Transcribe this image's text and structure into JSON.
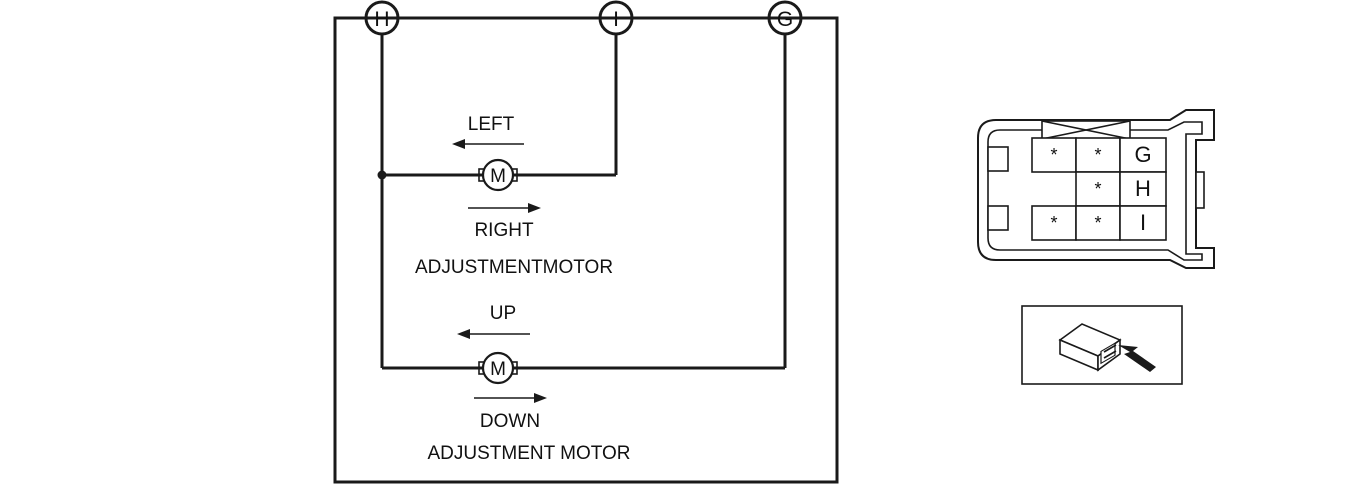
{
  "terminals": {
    "h": "H",
    "i": "I",
    "g": "G"
  },
  "motor_symbol": "M",
  "horizontal_motor": {
    "direction_left": "LEFT",
    "direction_right": "RIGHT",
    "name": "ADJUSTMENTMOTOR"
  },
  "vertical_motor": {
    "direction_up": "UP",
    "direction_down": "DOWN",
    "name": "ADJUSTMENT MOTOR"
  },
  "connector": {
    "rows": [
      [
        "*",
        "*",
        "G"
      ],
      [
        "",
        "*",
        "H"
      ],
      [
        "*",
        "*",
        "I"
      ]
    ]
  },
  "connector_view": {
    "icon": "connector-view-arrow-icon"
  }
}
